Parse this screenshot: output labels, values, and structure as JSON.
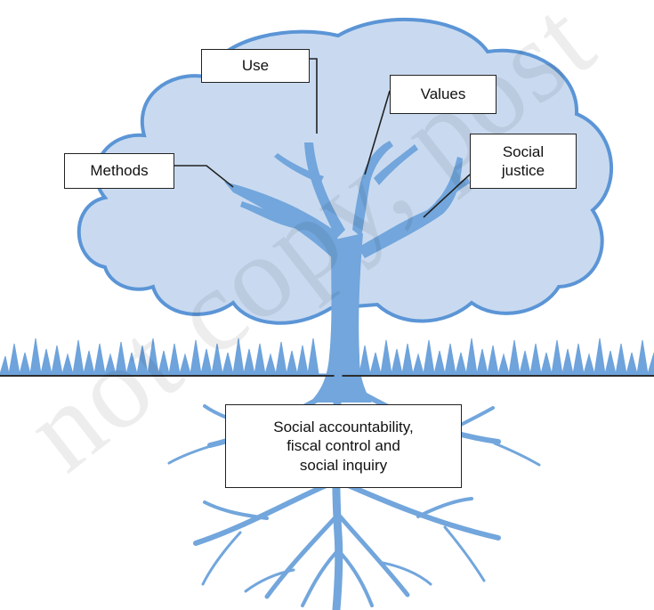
{
  "diagram": {
    "labels": {
      "use": "Use",
      "values": "Values",
      "social_justice_line1": "Social",
      "social_justice_line2": "justice",
      "methods": "Methods",
      "roots_line1": "Social accountability,",
      "roots_line2": "fiscal control and",
      "roots_line3": "social inquiry"
    },
    "watermark": "not copy, post",
    "colors": {
      "canopy_fill": "#c9daf0",
      "canopy_stroke": "#5b95d6",
      "trunk": "#72a6dc",
      "grass": "#6ea3dc",
      "ground_line": "#2d2d2d",
      "box_border": "#222222"
    }
  }
}
